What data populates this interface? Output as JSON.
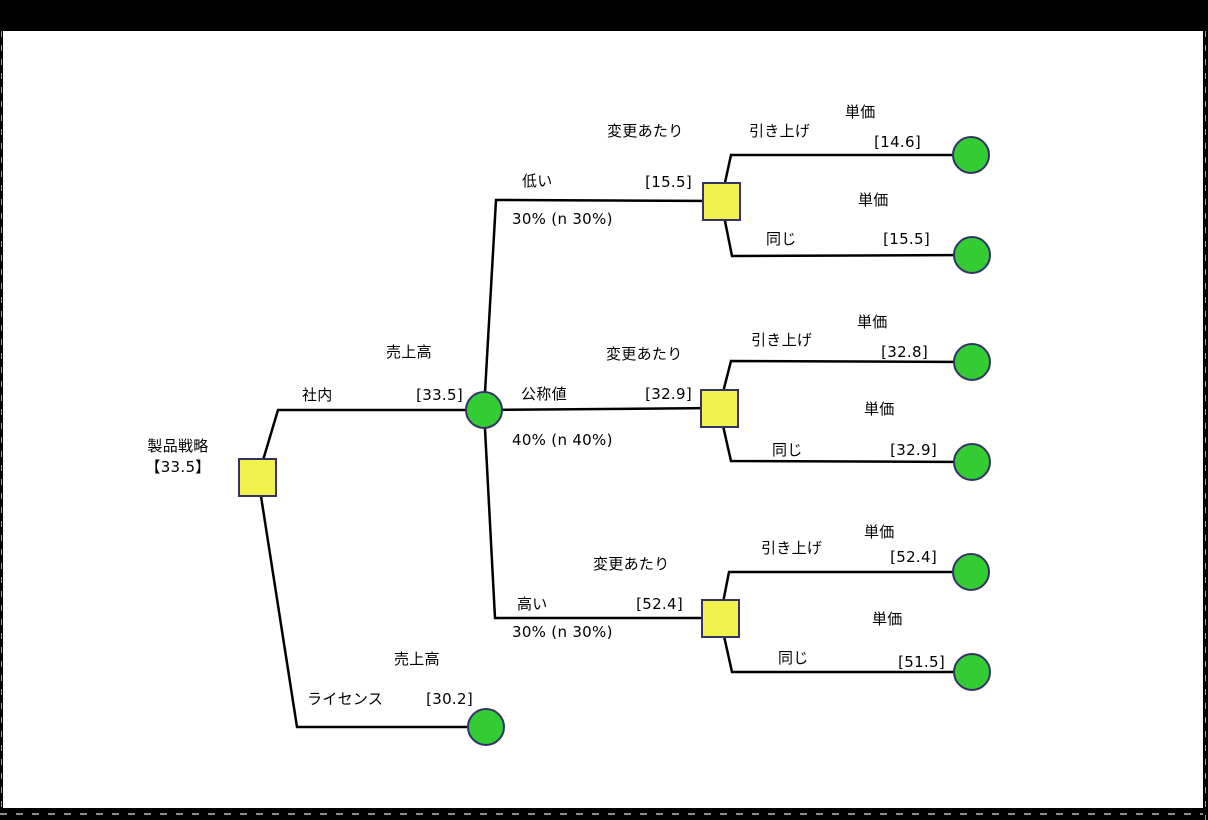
{
  "colors": {
    "decision_node_fill": "#F2F24D",
    "chance_node_fill": "#33CC33",
    "node_border": "#333366",
    "edge": "#000000",
    "frame": "#000000"
  },
  "tree": {
    "root": {
      "type": "decision",
      "name": "製品戦略",
      "value": "【33.5】"
    },
    "alternatives": [
      {
        "branch": "社内",
        "node": {
          "type": "chance",
          "title": "売上高",
          "value": "[33.5]"
        },
        "outcomes": [
          {
            "branch": "低い",
            "probability": "30% (n 30%)",
            "node": {
              "type": "decision",
              "title": "変更あたり",
              "value": "[15.5]"
            },
            "choices": [
              {
                "branch": "引き上げ",
                "leaf": {
                  "type": "terminal",
                  "title": "単価",
                  "value": "[14.6]"
                }
              },
              {
                "branch": "同じ",
                "leaf": {
                  "type": "terminal",
                  "title": "単価",
                  "value": "[15.5]"
                }
              }
            ]
          },
          {
            "branch": "公称値",
            "probability": "40% (n 40%)",
            "node": {
              "type": "decision",
              "title": "変更あたり",
              "value": "[32.9]"
            },
            "choices": [
              {
                "branch": "引き上げ",
                "leaf": {
                  "type": "terminal",
                  "title": "単価",
                  "value": "[32.8]"
                }
              },
              {
                "branch": "同じ",
                "leaf": {
                  "type": "terminal",
                  "title": "単価",
                  "value": "[32.9]"
                }
              }
            ]
          },
          {
            "branch": "高い",
            "probability": "30% (n 30%)",
            "node": {
              "type": "decision",
              "title": "変更あたり",
              "value": "[52.4]"
            },
            "choices": [
              {
                "branch": "引き上げ",
                "leaf": {
                  "type": "terminal",
                  "title": "単価",
                  "value": "[52.4]"
                }
              },
              {
                "branch": "同じ",
                "leaf": {
                  "type": "terminal",
                  "title": "単価",
                  "value": "[51.5]"
                }
              }
            ]
          }
        ]
      },
      {
        "branch": "ライセンス",
        "node": {
          "type": "terminal",
          "title": "売上高",
          "value": "[30.2]"
        }
      }
    ]
  }
}
